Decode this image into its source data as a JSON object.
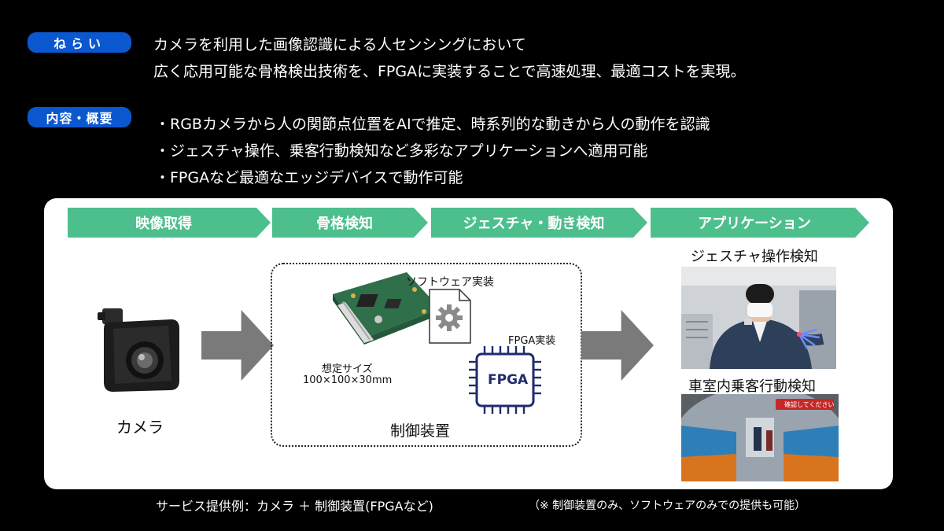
{
  "aim": {
    "badge": "ねらい",
    "lines": [
      "カメラを利用した画像認識による人センシングにおいて",
      "広く応用可能な骨格検出技術を、FPGAに実装することで高速処理、最適コストを実現。"
    ]
  },
  "overview": {
    "badge": "内容・概要",
    "lines": [
      "・RGBカメラから人の関節点位置をAIで推定、時系列的な動きから人の動作を認識",
      "・ジェスチャ操作、乗客行動検知など多彩なアプリケーションへ適用可能",
      "・FPGAなど最適なエッジデバイスで動作可能"
    ]
  },
  "pipeline": {
    "steps": [
      "映像取得",
      "骨格検知",
      "ジェスチャ・動き検知",
      "アプリケーション"
    ]
  },
  "camera": {
    "label": "カメラ"
  },
  "control": {
    "software_label": "ソフトウェア実装",
    "size_label": "想定サイズ",
    "size_value": "100×100×30mm",
    "fpga_label": "FPGA実装",
    "chip_text": "FPGA",
    "box_label": "制御装置"
  },
  "applications": {
    "gesture_label": "ジェスチャ操作検知",
    "cabin_label": "車室内乗客行動検知",
    "cabin_banner": "確認してください"
  },
  "footer": {
    "service": "サービス提供例：カメラ ＋ 制御装置(FPGAなど)",
    "note": "（※ 制御装置のみ、ソフトウェアのみでの提供も可能）"
  },
  "colors": {
    "badge_blue": "#0b57d0",
    "step_green": "#4dbf8d",
    "arrow_gray": "#7a7a7a",
    "chip_navy": "#1f2b6e"
  }
}
